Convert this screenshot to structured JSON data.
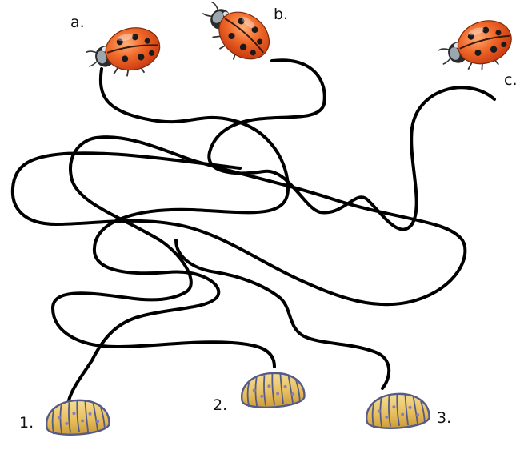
{
  "labels": {
    "a": "a.",
    "b": "b.",
    "c": "c.",
    "one": "1.",
    "two": "2.",
    "three": "3."
  },
  "icons": {
    "ladybug": "ladybug-icon",
    "pupa": "pupa-icon"
  },
  "colors": {
    "ladybug_shell": "#e8551c",
    "ladybug_spot": "#1a1a1a",
    "ladybug_head": "#2b2b2b",
    "pupa_body": "#e9c66a",
    "pupa_outline": "#555a86",
    "maze_line": "#000000"
  }
}
